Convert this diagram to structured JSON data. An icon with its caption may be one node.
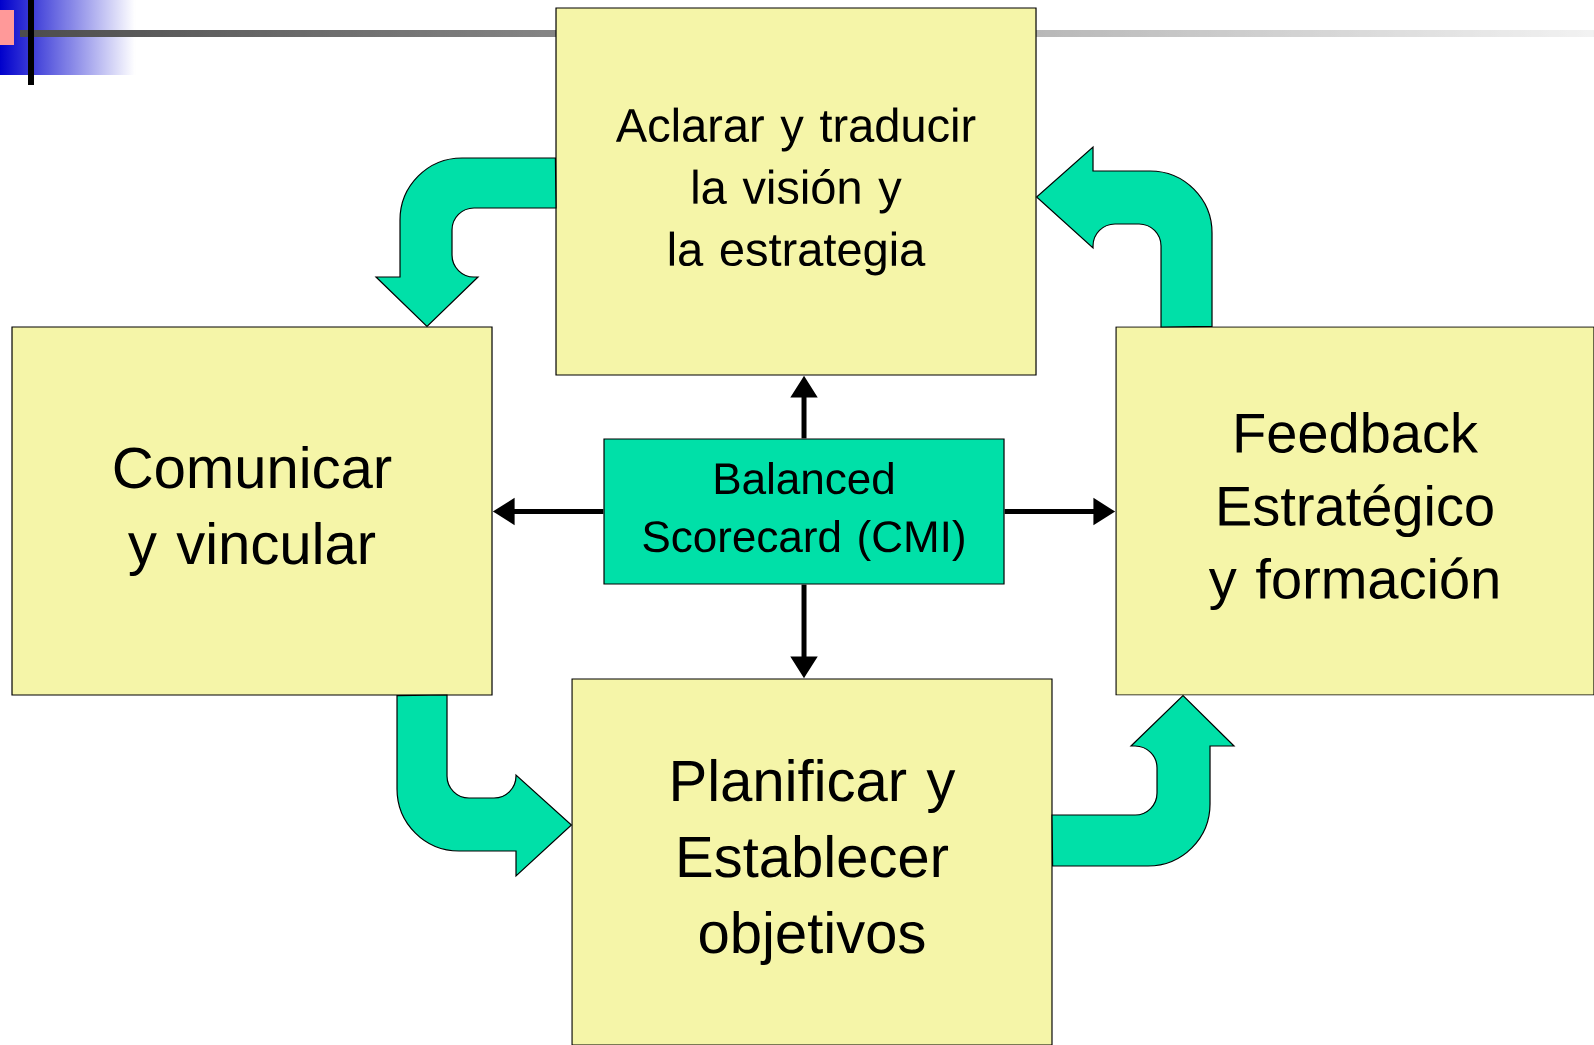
{
  "diagram": {
    "nodes": [
      {
        "text": [
          "Aclarar y traducir la visión y la estrategia"
        ]
      },
      {
        "text": [
          "Comunicar y vincular"
        ]
      },
      {
        "text": [
          "Balanced Scorecard (CMI)"
        ]
      },
      {
        "text": [
          "Feedback Estratégico y formación"
        ]
      },
      {
        "text": [
          "Planificar y Establecer objetivos"
        ]
      }
    ],
    "edges": [
      {
        "from": 0,
        "to": 1,
        "arrow": "to",
        "style": "thick",
        "color": "#00e0a8"
      },
      {
        "from": 1,
        "to": 4,
        "arrow": "to",
        "style": "thick",
        "color": "#00e0a8"
      },
      {
        "from": 4,
        "to": 3,
        "arrow": "to",
        "style": "thick",
        "color": "#00e0a8"
      },
      {
        "from": 3,
        "to": 0,
        "arrow": "to",
        "style": "thick",
        "color": "#00e0a8"
      },
      {
        "from": 2,
        "to": 0,
        "arrow": "to"
      },
      {
        "from": 2,
        "to": 1,
        "arrow": "to"
      },
      {
        "from": 2,
        "to": 3,
        "arrow": "to"
      },
      {
        "from": 2,
        "to": 4,
        "arrow": "to"
      }
    ]
  }
}
